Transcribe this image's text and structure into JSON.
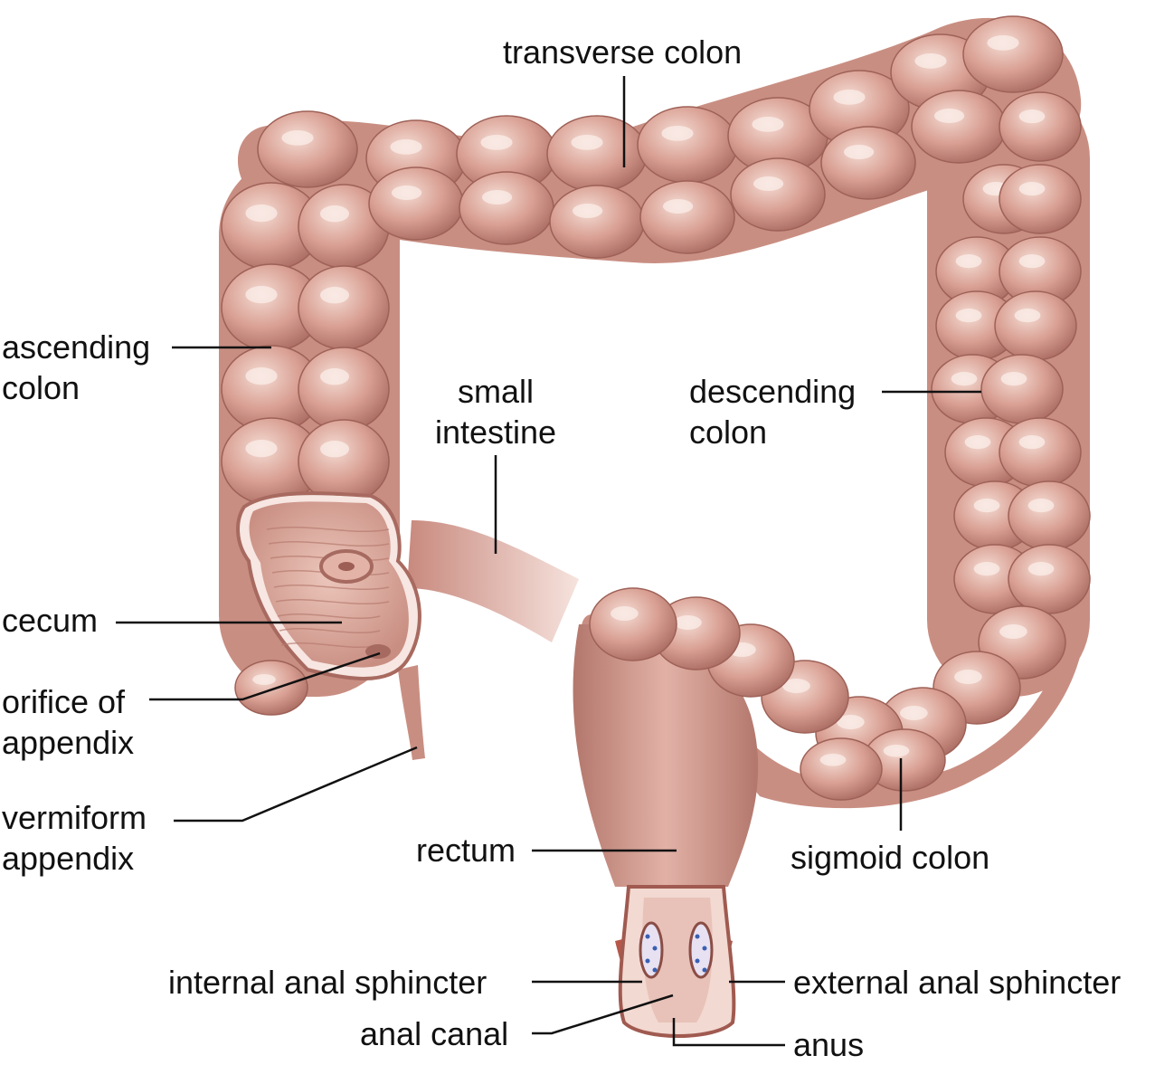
{
  "labels": {
    "transverse_colon": "transverse colon",
    "ascending_colon": [
      "ascending",
      "colon"
    ],
    "small_intestine": [
      "small",
      "intestine"
    ],
    "descending_colon": [
      "descending",
      "colon"
    ],
    "cecum": "cecum",
    "orifice_of_appendix": [
      "orifice of",
      "appendix"
    ],
    "vermiform_appendix": [
      "vermiform",
      "appendix"
    ],
    "rectum": "rectum",
    "sigmoid_colon": "sigmoid colon",
    "internal_anal_sphincter": "internal anal sphincter",
    "external_anal_sphincter": "external anal sphincter",
    "anal_canal": "anal canal",
    "anus": "anus"
  },
  "colors": {
    "tissue": "#d69a8e",
    "tissue_dark": "#a86a60",
    "tissue_light": "#f1d3c9",
    "highlight": "#fbeee9",
    "leader_line": "#111111",
    "label_text": "#111111"
  }
}
